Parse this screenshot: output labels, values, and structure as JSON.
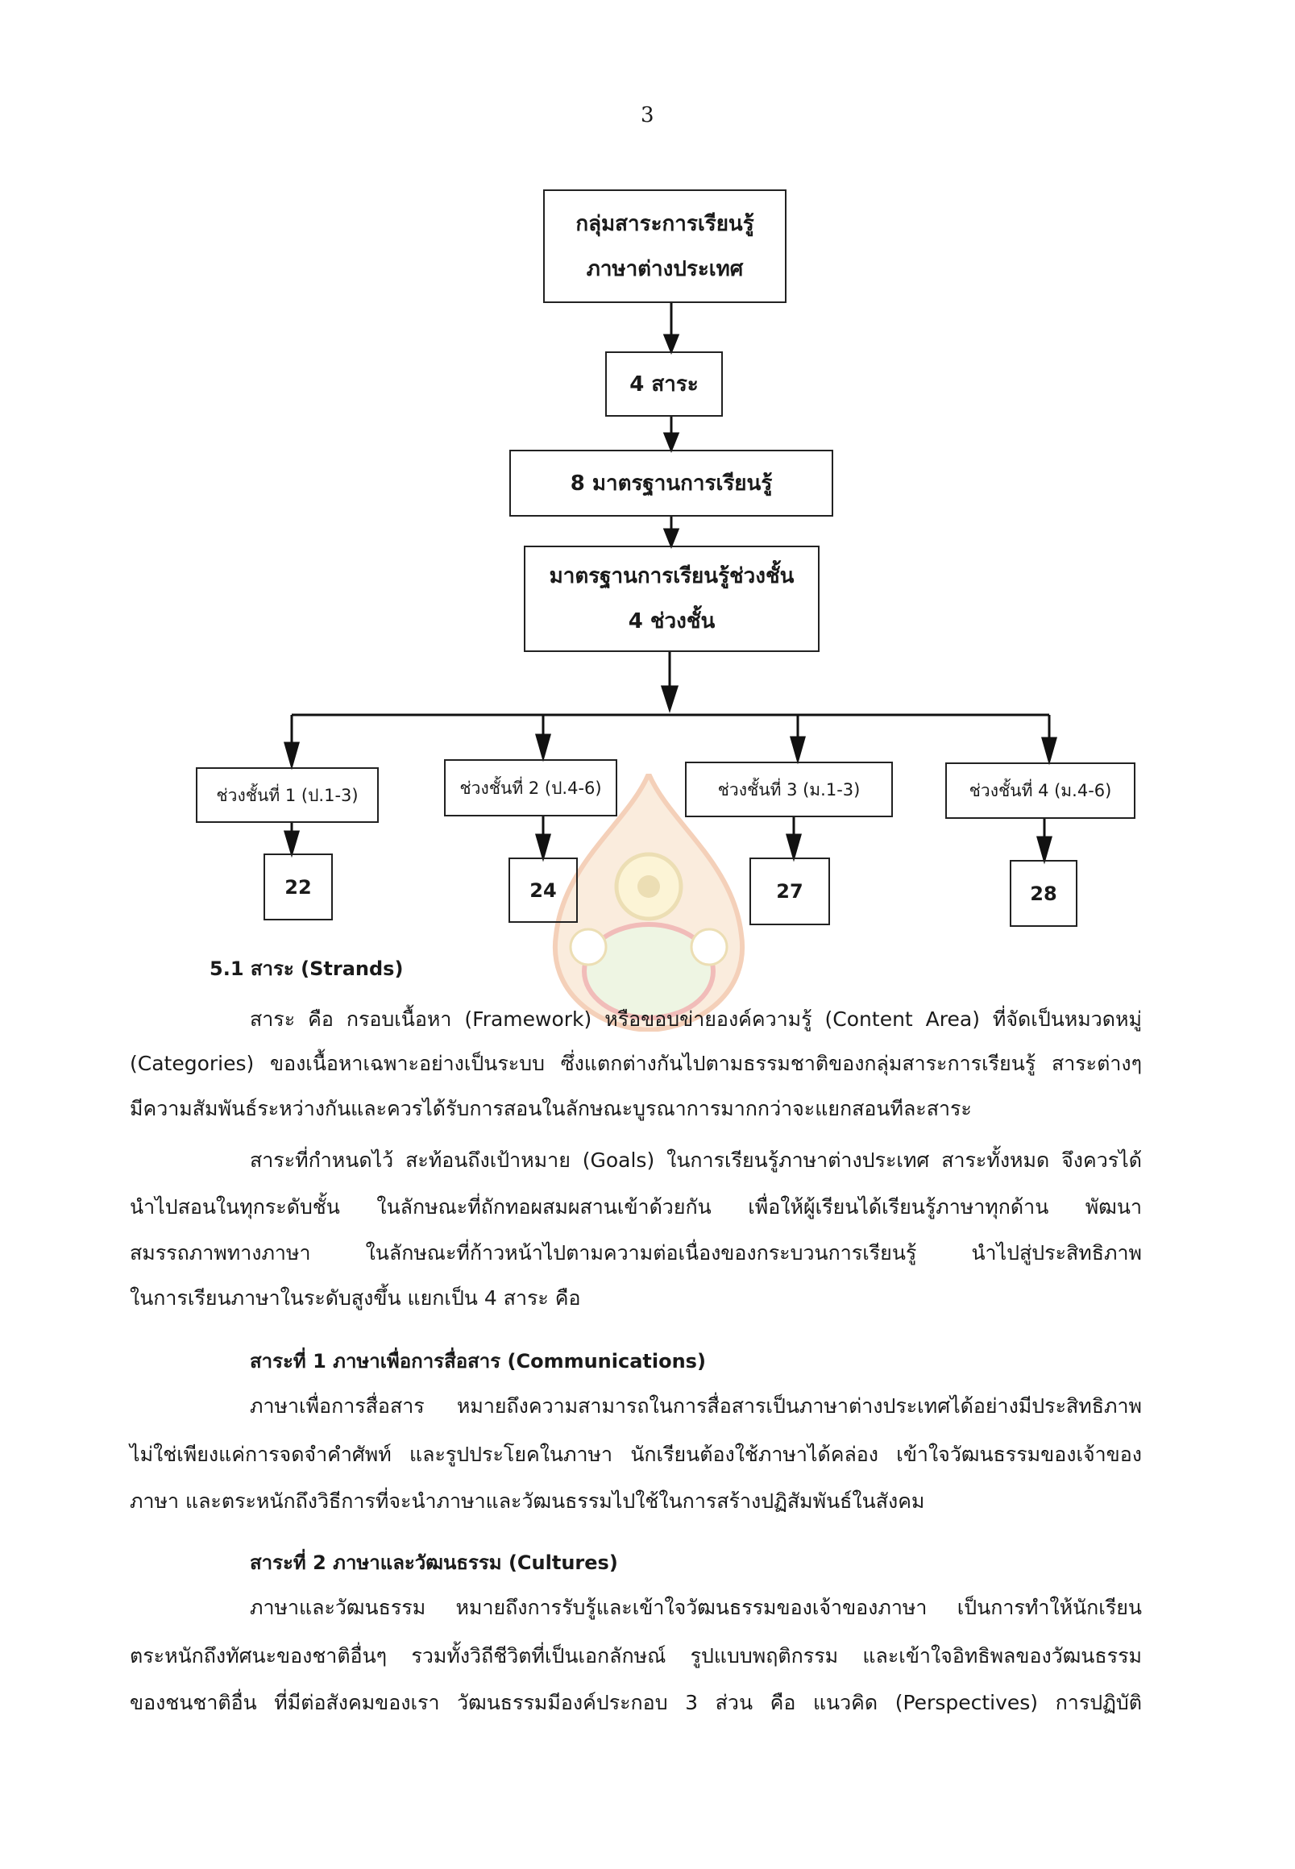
{
  "page_number": "3",
  "diagram": {
    "root": [
      "กลุ่มสาระการเรียนรู้",
      "ภาษาต่างประเทศ"
    ],
    "strands": "4 สาระ",
    "standards": "8 มาตรฐานการเรียนรู้",
    "grade_standards": [
      "มาตรฐานการเรียนรู้ช่วงชั้น",
      "4 ช่วงชั้น"
    ],
    "levels": [
      {
        "label": "ช่วงชั้นที่ 1 (ป.1-3)",
        "count": "22"
      },
      {
        "label": "ช่วงชั้นที่ 2 (ป.4-6)",
        "count": "24"
      },
      {
        "label": "ช่วงชั้นที่ 3 (ม.1-3)",
        "count": "27"
      },
      {
        "label": "ช่วงชั้นที่ 4 (ม.4-6)",
        "count": "28"
      }
    ]
  },
  "section": {
    "heading": "5.1 สาระ (Strands)",
    "para1": [
      "สาระ คือ กรอบเนื้อหา (Framework) หรือขอบข่ายองค์ความรู้ (Content Area) ที่จัดเป็นหมวดหมู่",
      "(Categories) ของเนื้อหาเฉพาะอย่างเป็นระบบ ซึ่งแตกต่างกันไปตามธรรมชาติของกลุ่มสาระการเรียนรู้ สาระต่างๆ",
      "มีความสัมพันธ์ระหว่างกันและควรได้รับการสอนในลักษณะบูรณาการมากกว่าจะแยกสอนทีละสาระ"
    ],
    "para2": [
      "สาระที่กำหนดไว้ สะท้อนถึงเป้าหมาย (Goals) ในการเรียนรู้ภาษาต่างประเทศ สาระทั้งหมด จึงควรได้",
      "นำไปสอนในทุกระดับชั้น ในลักษณะที่ถักทอผสมผสานเข้าด้วยกัน เพื่อให้ผู้เรียนได้เรียนรู้ภาษาทุกด้าน พัฒนา",
      "สมรรถภาพทางภาษา ในลักษณะที่ก้าวหน้าไปตามความต่อเนื่องของกระบวนการเรียนรู้ นำไปสู่ประสิทธิภาพ",
      "ในการเรียนภาษาในระดับสูงขึ้น แยกเป็น 4 สาระ คือ"
    ],
    "strand1": {
      "heading": "สาระที่ 1 ภาษาเพื่อการสื่อสาร (Communications)",
      "lines": [
        "ภาษาเพื่อการสื่อสาร หมายถึงความสามารถในการสื่อสารเป็นภาษาต่างประเทศได้อย่างมีประสิทธิภาพ",
        "ไม่ใช่เพียงแค่การจดจำคำศัพท์ และรูปประโยคในภาษา นักเรียนต้องใช้ภาษาได้คล่อง เข้าใจวัฒนธรรมของเจ้าของ",
        "ภาษา และตระหนักถึงวิธีการที่จะนำภาษาและวัฒนธรรมไปใช้ในการสร้างปฏิสัมพันธ์ในสังคม"
      ]
    },
    "strand2": {
      "heading": "สาระที่ 2 ภาษาและวัฒนธรรม (Cultures)",
      "lines": [
        "ภาษาและวัฒนธรรม หมายถึงการรับรู้และเข้าใจวัฒนธรรมของเจ้าของภาษา เป็นการทำให้นักเรียน",
        "ตระหนักถึงทัศนะของชาติอื่นๆ รวมทั้งวิถีชีวิตที่เป็นเอกลักษณ์ รูปแบบพฤติกรรม และเข้าใจอิทธิพลของวัฒนธรรม",
        "ของชนชาติอื่น ที่มีต่อสังคมของเรา วัฒนธรรมมีองค์ประกอบ 3 ส่วน คือ แนวคิด (Perspectives) การปฏิบัติ"
      ]
    }
  }
}
